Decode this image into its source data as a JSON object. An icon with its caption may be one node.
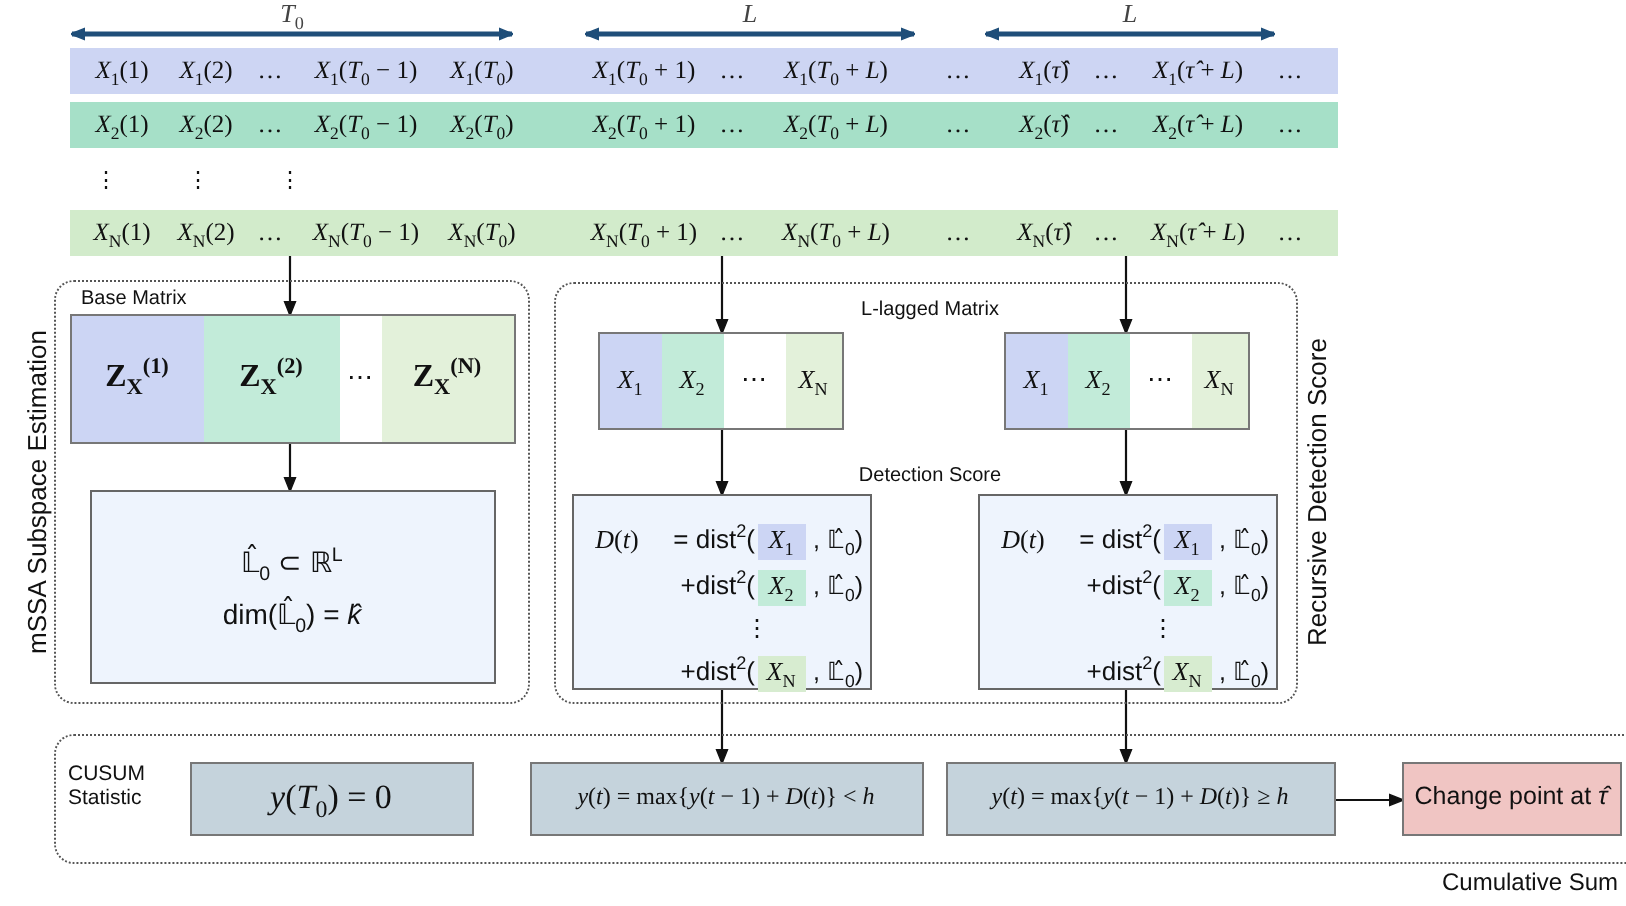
{
  "diagram": {
    "nodes": [
      {
        "text": [
          "*X*$_{1}$(1)",
          "*X*$_{1}$(2)",
          "…",
          "*X*$_{1}$(*T*$_{0}$ − 1)",
          "*X*$_{1}$(*T*$_{0}$)",
          "*X*$_{1}$(*T*$_{0}$ + 1)",
          "…",
          "*X*$_{1}$(*T*$_{0}$ + *L*)",
          "…",
          "*X*$_{1}$(*τ̂*)",
          "…",
          "*X*$_{1}$(*τ̂* + *L*)",
          "…"
        ]
      },
      {
        "text": [
          "*X*$_{2}$(1)",
          "*X*$_{2}$(2)",
          "…",
          "*X*$_{2}$(*T*$_{0}$ − 1)",
          "*X*$_{2}$(*T*$_{0}$)",
          "*X*$_{2}$(*T*$_{0}$ + 1)",
          "…",
          "*X*$_{2}$(*T*$_{0}$ + *L*)",
          "…",
          "*X*$_{2}$(*τ̂*)",
          "…",
          "*X*$_{2}$(*τ̂* + *L*)",
          "…"
        ]
      },
      {
        "text": [
          "*X*$_{N}$(1)",
          "*X*$_{N}$(2)",
          "…",
          "*X*$_{N}$(*T*$_{0}$ − 1)",
          "*X*$_{N}$(*T*$_{0}$)",
          "*X*$_{N}$(*T*$_{0}$ + 1)",
          "…",
          "*X*$_{N}$(*T*$_{0}$ + *L*)",
          "…",
          "*X*$_{N}$(*τ̂*)",
          "…",
          "*X*$_{N}$(*τ̂* + *L*)",
          "…"
        ]
      },
      {
        "text": [
          "mSSA Subspace Estimation"
        ]
      },
      {
        "text": [
          "Base Matrix",
          "Z$_{X}$$^{(1)}$",
          "Z$_{X}$$^{(2)}$",
          "⋯",
          "Z$_{X}$$^{(N)}$"
        ],
        "in": 3
      },
      {
        "text": [
          "𝕃̂$_{0}$ ⊂ ℝ$^{L}$",
          "dim(𝕃̂$_{0}$) = *k̂*"
        ],
        "in": 3
      },
      {
        "text": [
          "Recursive Detection Score"
        ]
      },
      {
        "text": [
          "*X*$_{1}$",
          "*X*$_{2}$",
          "⋯",
          "*X*$_{N}$"
        ],
        "in": 6
      },
      {
        "text": [
          "*X*$_{1}$",
          "*X*$_{2}$",
          "⋯",
          "*X*$_{N}$"
        ],
        "in": 6
      },
      {
        "text": [
          "*D*(*t*)",
          "= dist$^{2}$(",
          "*X*$_{1}$",
          ", 𝕃̂$_{0}$)",
          "+dist$^{2}$(",
          "*X*$_{2}$",
          ", 𝕃̂$_{0}$)",
          "⋮",
          "+dist$^{2}$(",
          "*X*$_{N}$",
          ", 𝕃̂$_{0}$)"
        ],
        "in": 6
      },
      {
        "text": [
          "*D*(*t*)",
          "= dist$^{2}$(",
          "*X*$_{1}$",
          ", 𝕃̂$_{0}$)",
          "+dist$^{2}$(",
          "*X*$_{2}$",
          ", 𝕃̂$_{0}$)",
          "⋮",
          "+dist$^{2}$(",
          "*X*$_{N}$",
          ", 𝕃̂$_{0}$)"
        ],
        "in": 6
      },
      {
        "text": [
          "CUSUM Statistic",
          "Cumulative Sum"
        ]
      },
      {
        "text": [
          "*y*(*T*$_{0}$) = 0"
        ],
        "in": 11
      },
      {
        "text": [
          "*y*(*t*) = max{*y*(*t* − 1) + *D*(*t*)} < *h*"
        ],
        "in": 11
      },
      {
        "text": [
          "*y*(*t*) = max{*y*(*t* − 1) + *D*(*t*)} ≥ *h*"
        ],
        "in": 11
      },
      {
        "text": [
          "Change point at *τ̂*"
        ],
        "in": 11
      }
    ],
    "edges": [
      {
        "from": 2,
        "to": 4,
        "arrow": "to"
      },
      {
        "from": 2,
        "to": 7,
        "arrow": "to"
      },
      {
        "from": 2,
        "to": 8,
        "arrow": "to"
      },
      {
        "from": 4,
        "to": 5,
        "arrow": "to"
      },
      {
        "from": 7,
        "to": 9,
        "arrow": "to"
      },
      {
        "from": 8,
        "to": 10,
        "arrow": "to"
      },
      {
        "from": 9,
        "to": 13,
        "arrow": "to"
      },
      {
        "from": 10,
        "to": 14,
        "arrow": "to"
      },
      {
        "from": 14,
        "to": 15,
        "arrow": "to"
      }
    ],
    "labels": [
      "*T*$_{0}$",
      "*L*",
      "*L*",
      "⋮",
      "⋮",
      "⋮",
      "L-lagged Matrix",
      "Detection Score"
    ]
  }
}
